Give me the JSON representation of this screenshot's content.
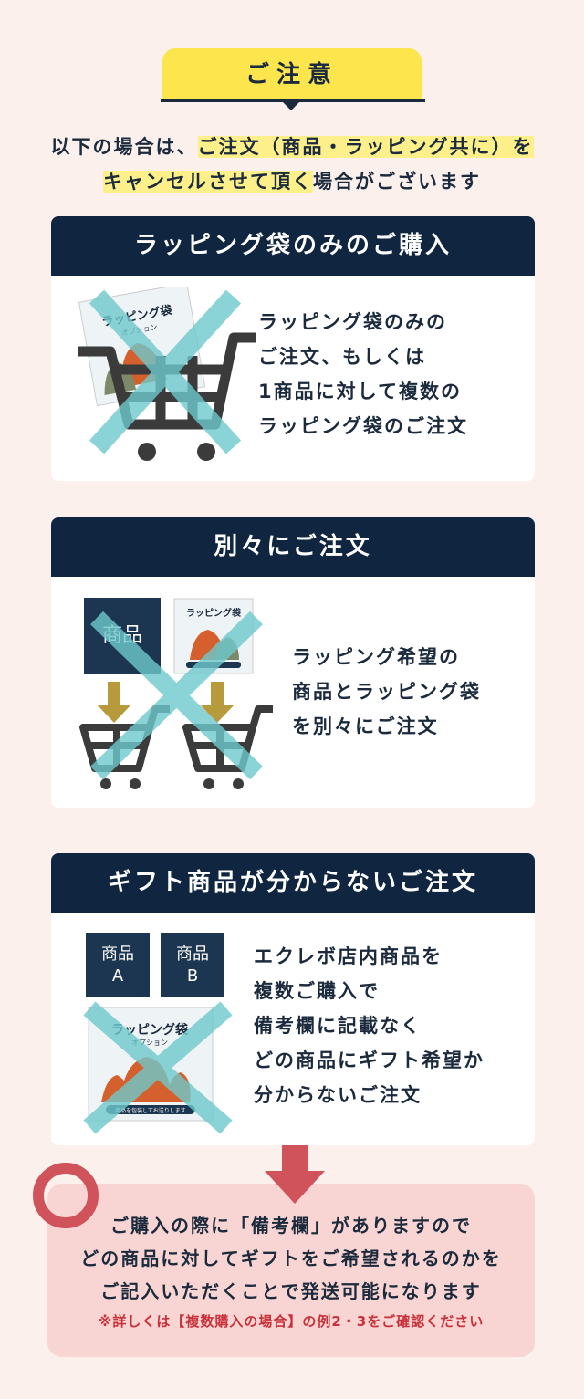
{
  "title": "ご注意",
  "intro": {
    "line1_plain": "以下の場合は、",
    "line1_hl": "ご注文（商品・ラッピング共に）を",
    "line2_hl": "キャンセルさせて頂く",
    "line2_plain": "場合がございます"
  },
  "sections": [
    {
      "heading": "ラッピング袋のみのご購入",
      "lines": [
        "ラッピング袋のみの",
        "ご注文、もしくは",
        "1商品に対して複数の",
        "ラッピング袋のご注文"
      ]
    },
    {
      "heading": "別々にご注文",
      "lines": [
        "ラッピング希望の",
        "商品とラッピング袋",
        "を別々にご注文"
      ],
      "product_label": "商品"
    },
    {
      "heading": "ギフト商品が分からないご注文",
      "lines": [
        "エクレボ店内商品を",
        "複数ご購入で",
        "備考欄に記載なく",
        "どの商品にギフト希望か",
        "分からないご注文"
      ],
      "product_a": [
        "商品",
        "A"
      ],
      "product_b": [
        "商品",
        "B"
      ]
    }
  ],
  "product_image": {
    "title": "ラッピング袋",
    "subtitle": "オプション",
    "caption": "商品を包装してお送りします"
  },
  "solution": {
    "lines": [
      "ご購入の際に「備考欄」がありますので",
      "どの商品に対してギフトをご希望されるのかを",
      "ご記入いただくことで発送可能になります"
    ],
    "note": "※詳しくは【複数購入の場合】の例2・3をご確認ください"
  },
  "colors": {
    "background": "#fbf0ec",
    "navy": "#0f2540",
    "yellow": "#fde54d",
    "cross": "#6ec9cc",
    "red": "#d0525a",
    "pink": "#f8d5d2"
  }
}
